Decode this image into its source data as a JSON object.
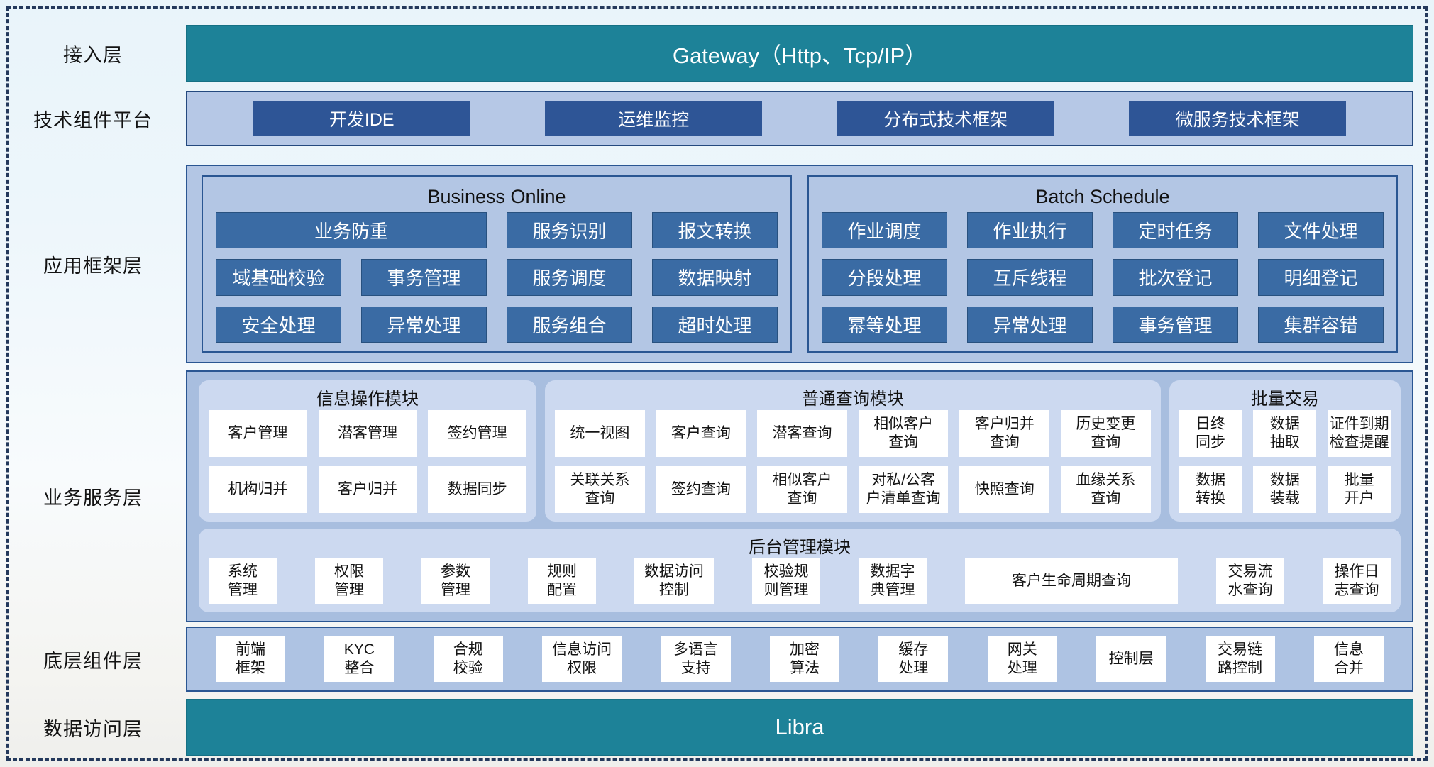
{
  "colors": {
    "teal": "#1d8298",
    "navy_button": "#2e5596",
    "steel_button": "#3a6ba4",
    "container_border": "#2a5692",
    "container_fill": "#b3c6e4",
    "module_fill": "#ccd9f0"
  },
  "access": {
    "label": "接入层",
    "bar": "Gateway（Http、Tcp/IP）"
  },
  "tech_platform": {
    "label": "技术组件平台",
    "buttons": [
      "开发IDE",
      "运维监控",
      "分布式技术框架",
      "微服务技术框架"
    ]
  },
  "app_framework": {
    "label": "应用框架层",
    "panels": [
      {
        "title": "Business Online",
        "cells": [
          {
            "t": "业务防重",
            "span": 2
          },
          {
            "t": "服务识别"
          },
          {
            "t": "报文转换"
          },
          {
            "t": "域基础校验"
          },
          {
            "t": "事务管理"
          },
          {
            "t": "服务调度"
          },
          {
            "t": "数据映射"
          },
          {
            "t": "安全处理"
          },
          {
            "t": "异常处理"
          },
          {
            "t": "服务组合"
          },
          {
            "t": "超时处理"
          }
        ]
      },
      {
        "title": "Batch Schedule",
        "cells": [
          {
            "t": "作业调度"
          },
          {
            "t": "作业执行"
          },
          {
            "t": "定时任务"
          },
          {
            "t": "文件处理"
          },
          {
            "t": "分段处理"
          },
          {
            "t": "互斥线程"
          },
          {
            "t": "批次登记"
          },
          {
            "t": "明细登记"
          },
          {
            "t": "幂等处理"
          },
          {
            "t": "异常处理"
          },
          {
            "t": "事务管理"
          },
          {
            "t": "集群容错"
          }
        ]
      }
    ]
  },
  "business_service": {
    "label": "业务服务层",
    "modules": [
      {
        "title": "信息操作模块",
        "cols": 3,
        "items": [
          "客户管理",
          "潜客管理",
          "签约管理",
          "机构归并",
          "客户归并",
          "数据同步"
        ]
      },
      {
        "title": "普通查询模块",
        "cols": 6,
        "items": [
          "统一视图",
          "客户查询",
          "潜客查询",
          "相似客户\n查询",
          "客户归并\n查询",
          "历史变更\n查询",
          "关联关系\n查询",
          "签约查询",
          "相似客户\n查询",
          "对私/公客\n户清单查询",
          "快照查询",
          "血缘关系\n查询"
        ]
      },
      {
        "title": "批量交易",
        "cols": 3,
        "items": [
          "日终\n同步",
          "数据\n抽取",
          "证件到期\n检查提醒",
          "数据\n转换",
          "数据\n装载",
          "批量\n开户"
        ]
      }
    ],
    "admin": {
      "title": "后台管理模块",
      "items": [
        {
          "t": "系统\n管理"
        },
        {
          "t": "权限\n管理"
        },
        {
          "t": "参数\n管理"
        },
        {
          "t": "规则\n配置"
        },
        {
          "t": "数据访问\n控制",
          "w2": true
        },
        {
          "t": "校验规\n则管理"
        },
        {
          "t": "数据字\n典管理"
        },
        {
          "t": "客户生命周期查询",
          "wide": true
        },
        {
          "t": "交易流\n水查询"
        },
        {
          "t": "操作日\n志查询"
        }
      ]
    }
  },
  "base_components": {
    "label": "底层组件层",
    "items": [
      {
        "t": "前端\n框架"
      },
      {
        "t": "KYC\n整合"
      },
      {
        "t": "合规\n校验"
      },
      {
        "t": "信息访问\n权限",
        "w2": true
      },
      {
        "t": "多语言\n支持"
      },
      {
        "t": "加密\n算法"
      },
      {
        "t": "缓存\n处理"
      },
      {
        "t": "网关\n处理"
      },
      {
        "t": "控制层"
      },
      {
        "t": "交易链\n路控制"
      },
      {
        "t": "信息\n合并"
      }
    ]
  },
  "data_access": {
    "label": "数据访问层",
    "bar": "Libra"
  }
}
